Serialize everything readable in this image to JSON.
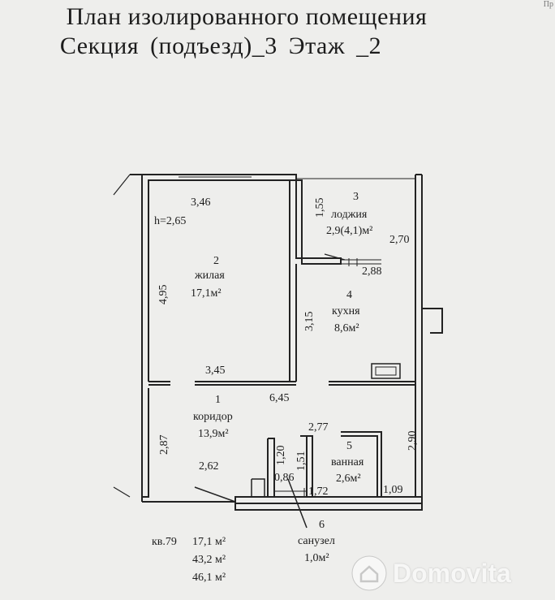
{
  "header": {
    "title_line1": "План изолированного помещения",
    "title_line2": "Секция (подъезд)_3    Этаж _2",
    "corner_mark": "Пр"
  },
  "plan": {
    "height_label": "h=2,65",
    "rooms": {
      "corridor": {
        "number": "1",
        "name": "коридор",
        "area": "13,9м²"
      },
      "living": {
        "number": "2",
        "name": "жилая",
        "area": "17,1м²"
      },
      "loggia": {
        "number": "3",
        "name": "лоджия",
        "area": "2,9(4,1)м²"
      },
      "kitchen": {
        "number": "4",
        "name": "кухня",
        "area": "8,6м²"
      },
      "bathroom": {
        "number": "5",
        "name": "ванная",
        "area": "2,6м²"
      },
      "toilet": {
        "number": "6",
        "name": "санузел",
        "area": "1,0м²"
      }
    },
    "dimensions": {
      "living_top": "3,46",
      "living_left": "4,95",
      "living_bottom": "3,45",
      "loggia_left": "1,55",
      "loggia_right": "2,70",
      "loggia_bottom": "2,88",
      "kitchen_left": "3,15",
      "kitchen_bottom": "6,45",
      "corridor_left": "2,87",
      "corridor_bottom": "2,62",
      "bath_top": "2,77",
      "bath_right": "2,90",
      "bath_bottom": "1,09",
      "toilet_left": "1,20",
      "toilet_right": "1,51",
      "toilet_width": "0,86",
      "toilet_bottom": "1,72"
    }
  },
  "summary": {
    "apartment_label": "кв.79",
    "living_area": "17,1 м²",
    "total_area": "43,2 м²",
    "total_area_with_loggia": "46,1 м²"
  },
  "watermark": {
    "text": "Domovita"
  }
}
